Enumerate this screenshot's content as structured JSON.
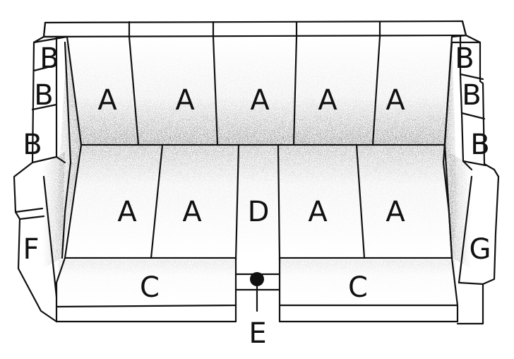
{
  "labels": {
    "A": "A",
    "B": "B",
    "C": "C",
    "D": "D",
    "E": "E",
    "F": "F",
    "G": "G"
  },
  "colors": {
    "ink": "#111111",
    "background": "#ffffff",
    "shade": "#000000"
  }
}
